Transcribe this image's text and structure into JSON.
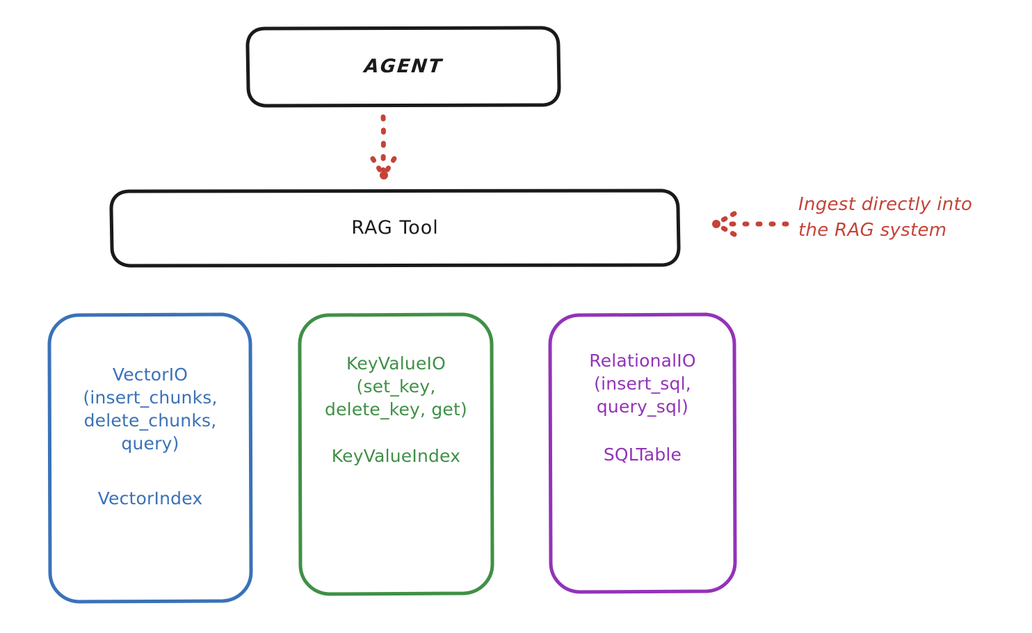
{
  "diagram": {
    "title": "RAG Tool architecture",
    "background": "#ffffff",
    "colors": {
      "outline": "#1a1a1a",
      "blue": "#3a72b8",
      "green": "#3f9046",
      "purple": "#9333b8",
      "red": "#c54338"
    }
  },
  "nodes": {
    "agent": {
      "label": "AGENT",
      "border_color": "#1a1a1a",
      "shape": "rounded-rectangle"
    },
    "rag_tool": {
      "label": "RAG Tool",
      "border_color": "#1a1a1a",
      "shape": "rounded-rectangle"
    },
    "vector_io": {
      "api": "VectorIO\n(insert_chunks,\ndelete_chunks,\nquery)",
      "index": "VectorIndex",
      "border_color": "#3a72b8",
      "shape": "rounded-rectangle"
    },
    "key_value_io": {
      "api": "KeyValueIO\n(set_key,\ndelete_key, get)",
      "index": "KeyValueIndex",
      "border_color": "#3f9046",
      "shape": "rounded-rectangle"
    },
    "relational_io": {
      "api": "RelationalIO\n(insert_sql,\nquery_sql)",
      "index": "SQLTable",
      "border_color": "#9333b8",
      "shape": "rounded-rectangle"
    }
  },
  "connectors": {
    "agent_to_rag": {
      "style": "dotted",
      "color": "#c54338",
      "direction": "down",
      "arrowhead": true
    },
    "ingest_arrow": {
      "style": "dotted",
      "color": "#c54338",
      "direction": "left",
      "arrowhead": true
    }
  },
  "annotation": {
    "text": "Ingest directly into\nthe RAG system",
    "color": "#c54338"
  }
}
